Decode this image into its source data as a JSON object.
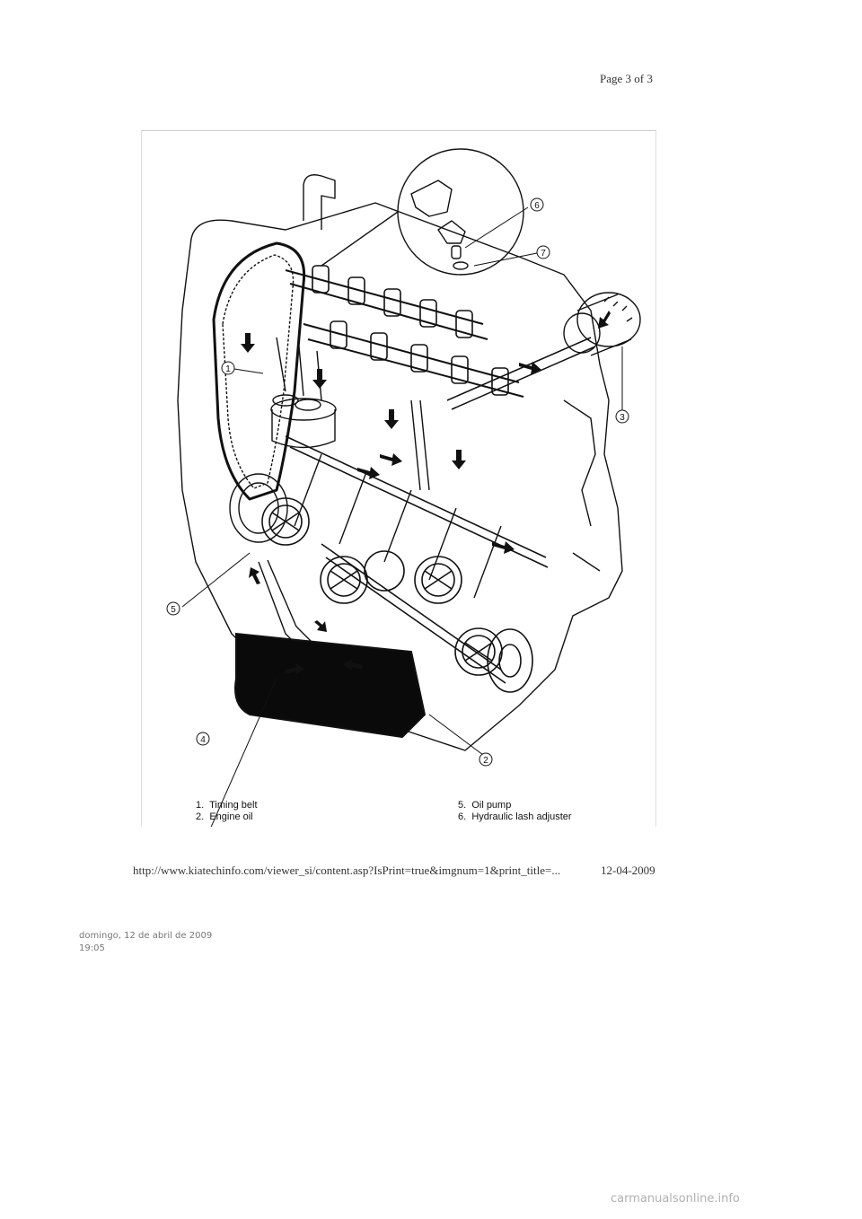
{
  "header": {
    "page_label": "Page 3 of 3"
  },
  "figure": {
    "callouts": [
      "1",
      "2",
      "3",
      "4",
      "5",
      "6",
      "7"
    ],
    "legend": [
      {
        "num": "1.",
        "label": "Timing belt"
      },
      {
        "num": "2.",
        "label": "Engine oil"
      },
      {
        "num": "5.",
        "label": "Oil pump"
      },
      {
        "num": "6.",
        "label": "Hydraulic lash adjuster"
      }
    ]
  },
  "footer": {
    "url": "http://www.kiatechinfo.com/viewer_si/content.asp?IsPrint=true&imgnum=1&print_title=...",
    "date": "12-04-2009"
  },
  "note": {
    "date": "domingo, 12 de abril de 2009",
    "time": "19:05"
  },
  "watermark": "carmanualsonline.info",
  "colors": {
    "ink": "#111111",
    "oil": "#0a0a0a",
    "paper": "#ffffff"
  }
}
